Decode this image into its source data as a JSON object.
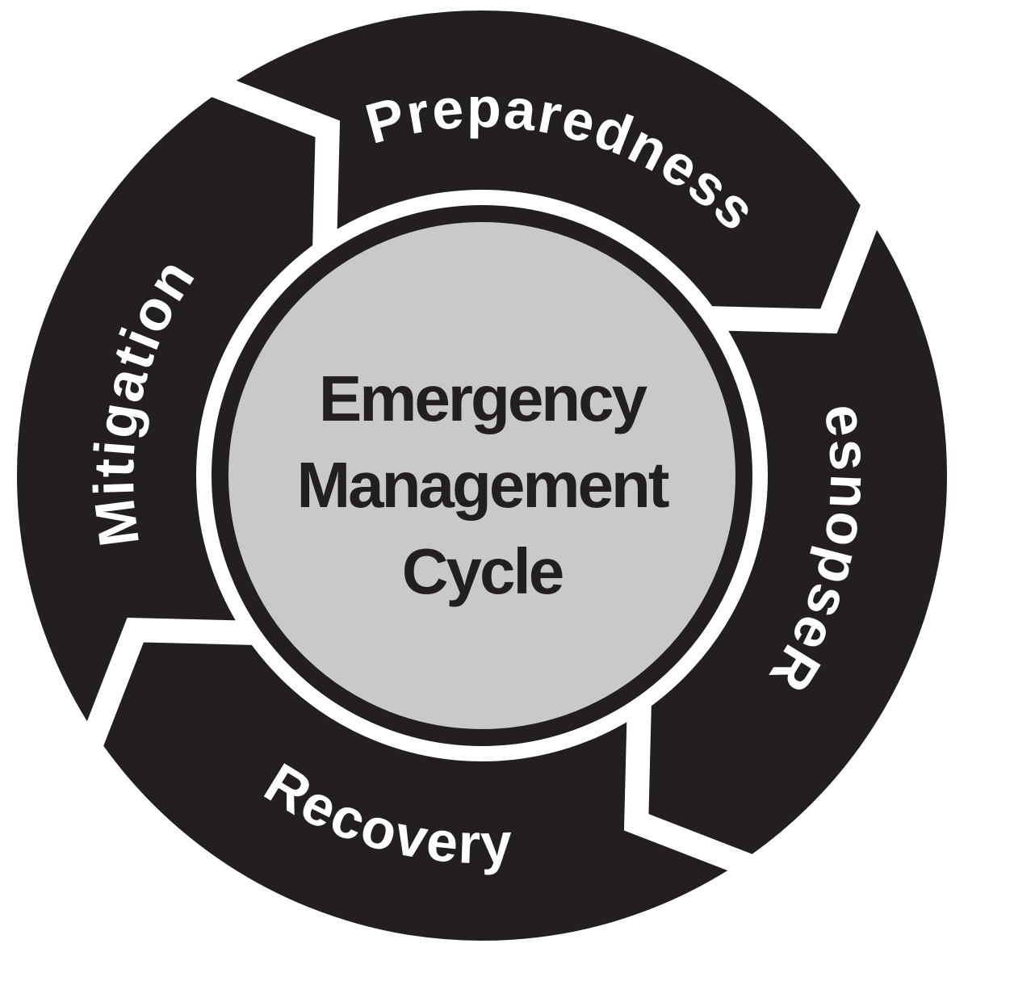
{
  "diagram": {
    "type": "cycle",
    "flow_direction": "clockwise",
    "center": {
      "lines": [
        "Emergency",
        "Management",
        "Cycle"
      ]
    },
    "phases": [
      {
        "label": "Preparedness",
        "position": "top"
      },
      {
        "label": "Response",
        "position": "right"
      },
      {
        "label": "Recovery",
        "position": "bottom"
      },
      {
        "label": "Mitigation",
        "position": "left"
      }
    ],
    "colors": {
      "ring": "#231f20",
      "center_fill": "#c9c9c9",
      "ring_text": "#ffffff",
      "center_text": "#231f20",
      "background": "#ffffff"
    }
  }
}
